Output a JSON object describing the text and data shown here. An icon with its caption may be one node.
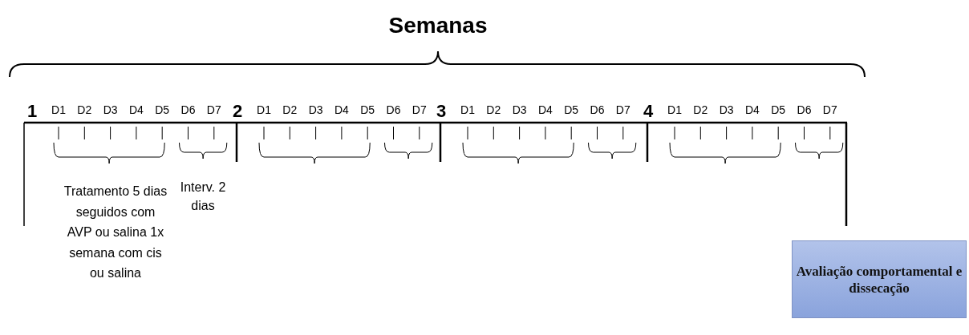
{
  "diagram": {
    "title": "Semanas",
    "nodes": [
      {
        "text": [
          "Avaliação comportamental e dissecação"
        ]
      }
    ],
    "labels": [
      "1",
      "D1",
      "D2",
      "D3",
      "D4",
      "D5",
      "D6",
      "D7",
      "2",
      "D1",
      "D2",
      "D3",
      "D4",
      "D5",
      "D6",
      "D7",
      "3",
      "D1",
      "D2",
      "D3",
      "D4",
      "D5",
      "D6",
      "D7",
      "4",
      "D1",
      "D2",
      "D3",
      "D4",
      "D5",
      "D6",
      "D7",
      "Tratamento 5 dias seguidos com AVP ou salina 1x semana com cis ou salina",
      "Interv. 2 dias"
    ]
  }
}
